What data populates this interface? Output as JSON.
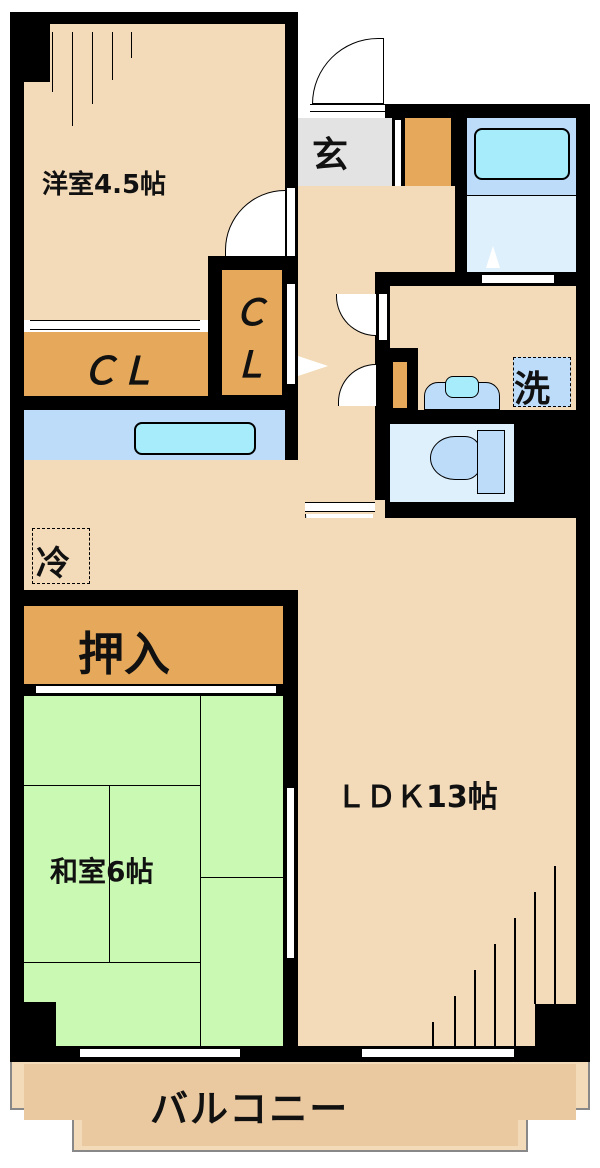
{
  "rooms": {
    "western_room": "洋室4.5帖",
    "entrance": "玄",
    "closet_horizontal": "ＣＬ",
    "closet_vertical_c": "Ｃ",
    "closet_vertical_l": "Ｌ",
    "washroom": "洗",
    "refrigerator": "冷",
    "oshiire": "押入",
    "japanese_room": "和室6帖",
    "ldk": "ＬＤＫ13帖",
    "balcony": "バルコニー"
  },
  "colors": {
    "floor": "#f3dbb9",
    "storage": "#e6a85a",
    "tatami": "#c9f9b3",
    "wet_area": "#bcdcfa",
    "entrance": "#e3e3e3"
  }
}
